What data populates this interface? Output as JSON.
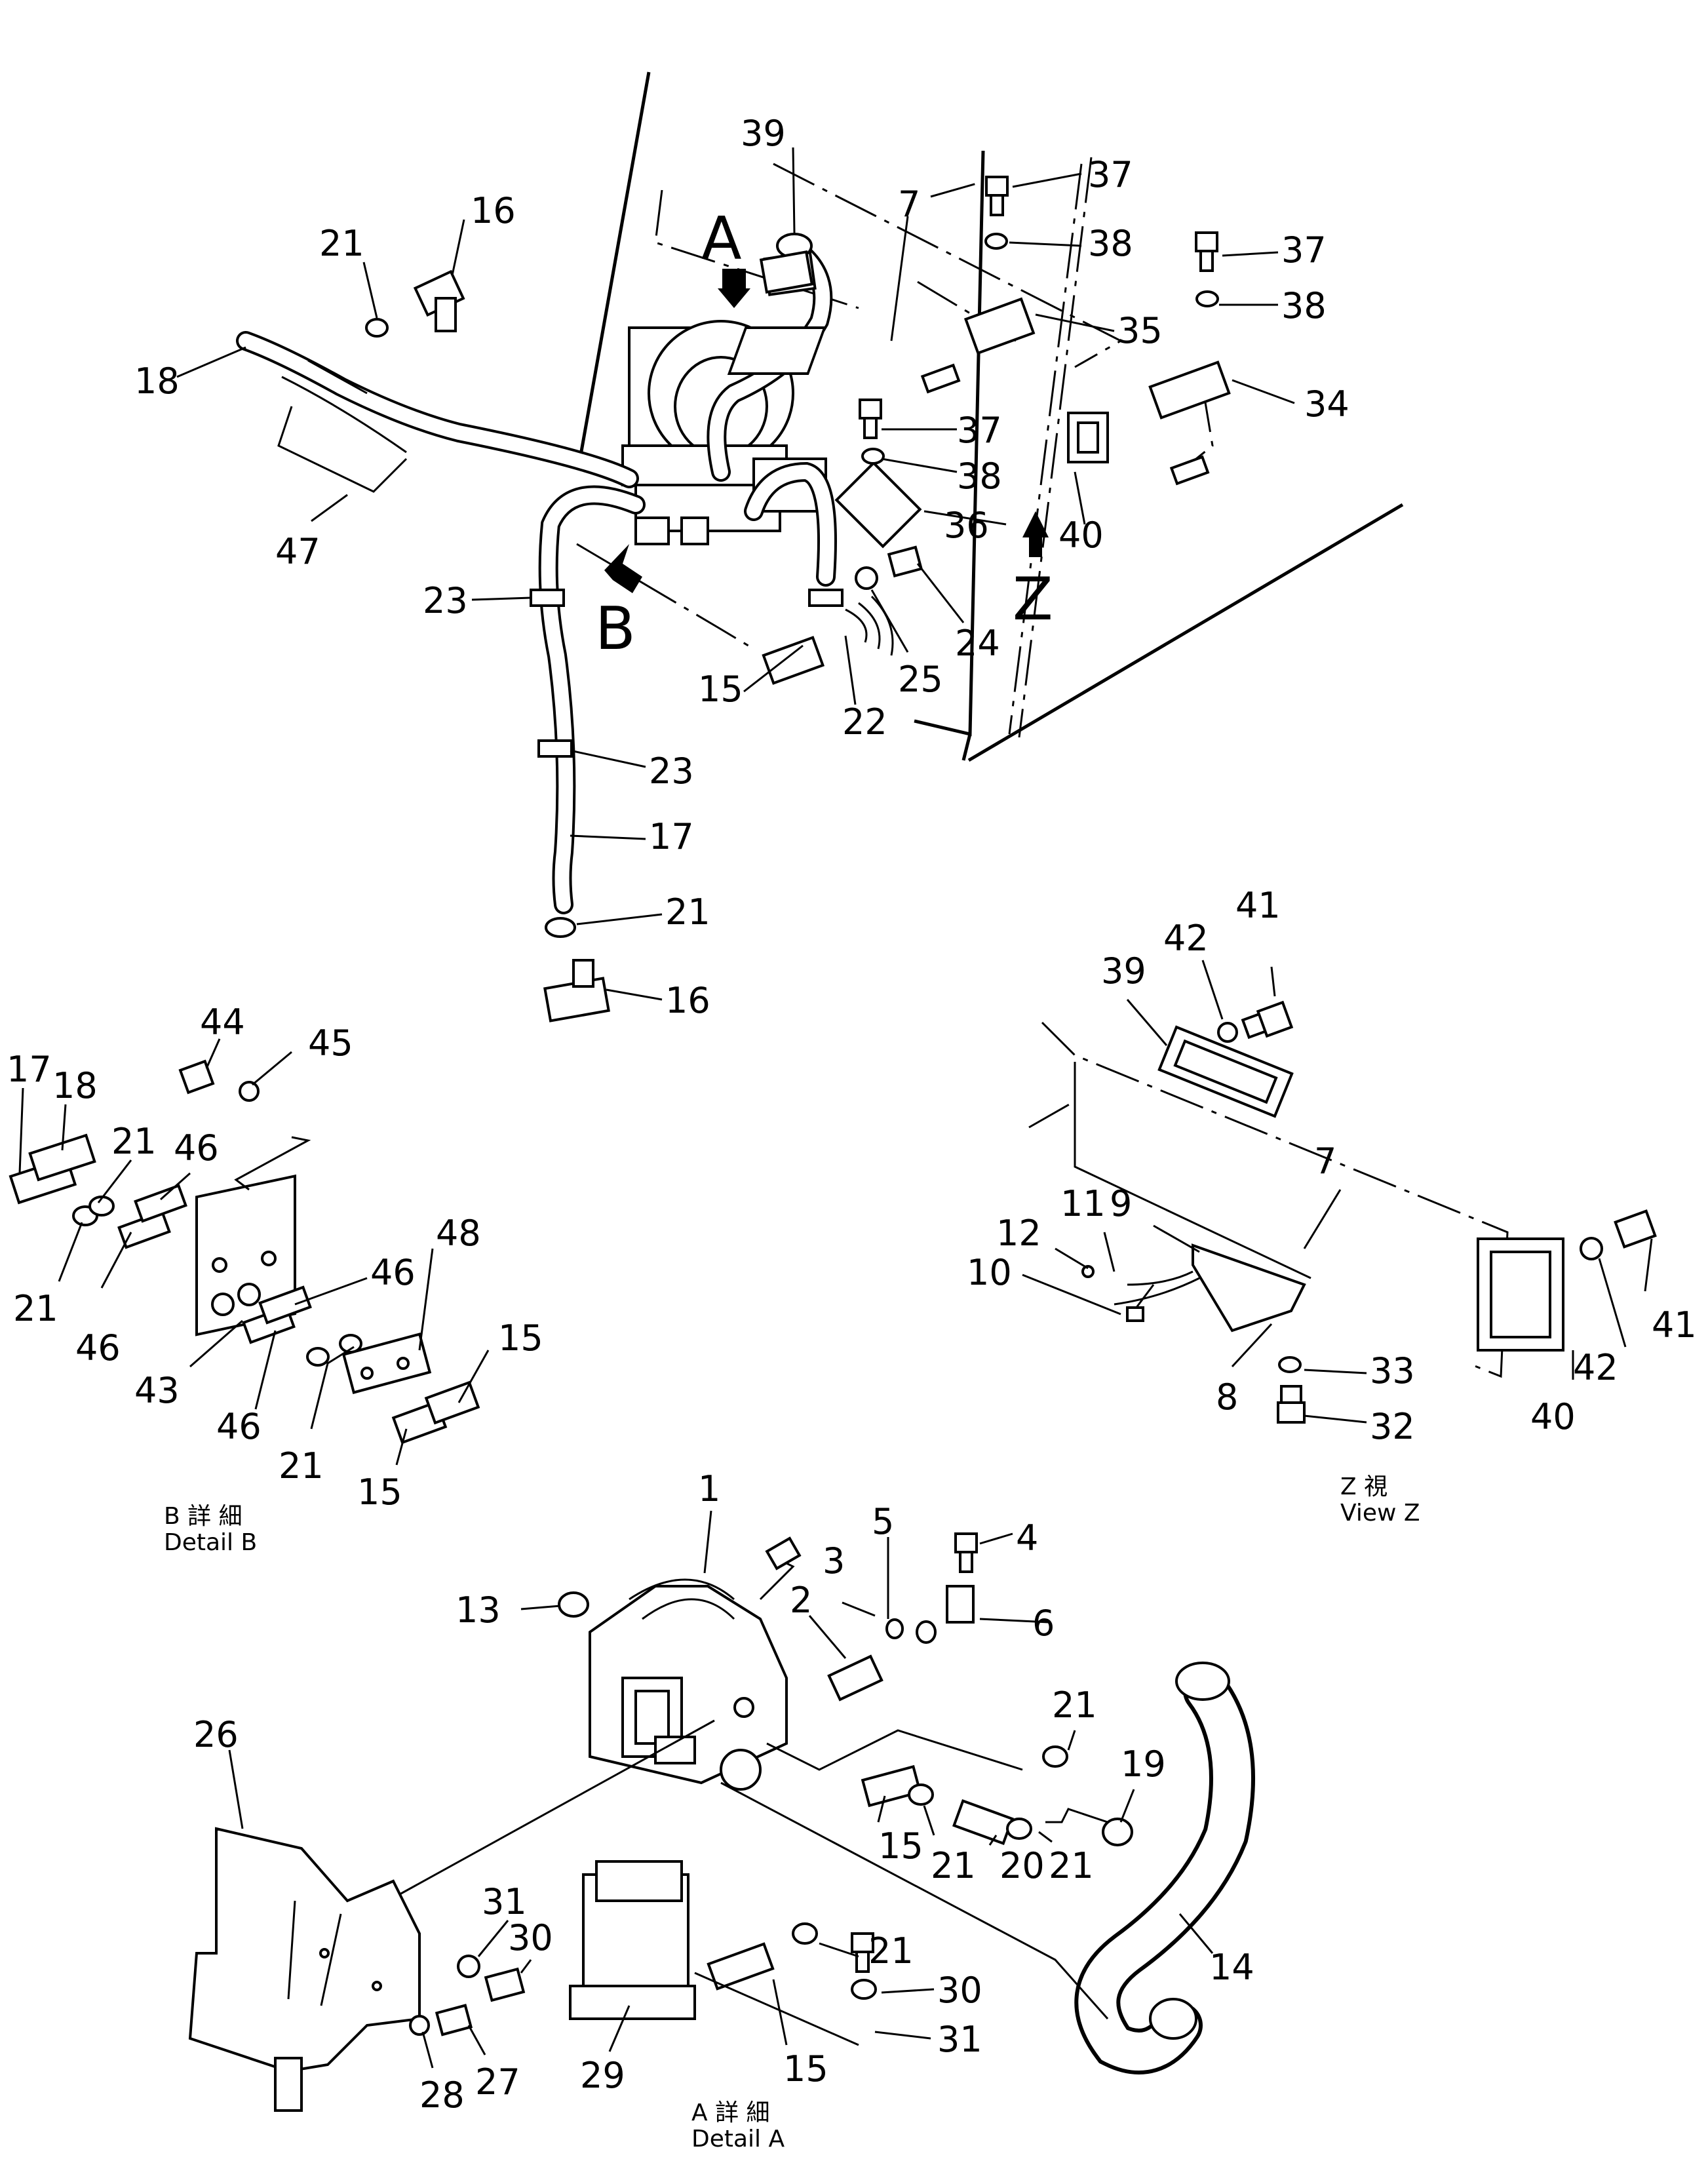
{
  "view_letters": {
    "A": "A",
    "B": "B",
    "Z": "Z"
  },
  "captions": {
    "detail_b_jp": "B 詳 細",
    "detail_b_en": "Detail B",
    "view_z_jp": "Z 視",
    "view_z_en": "View Z",
    "detail_a_jp": "A 詳 細",
    "detail_a_en": "Detail A"
  },
  "main_view_callouts": [
    "39",
    "7",
    "37",
    "38",
    "37",
    "38",
    "35",
    "34",
    "16",
    "21",
    "18",
    "47",
    "37",
    "38",
    "36",
    "40",
    "24",
    "25",
    "23",
    "15",
    "22",
    "23",
    "17",
    "21",
    "16"
  ],
  "detail_b_callouts": [
    "44",
    "45",
    "17",
    "18",
    "21",
    "46",
    "21",
    "46",
    "43",
    "46",
    "46",
    "48",
    "15",
    "21",
    "15"
  ],
  "view_z_callouts": [
    "41",
    "42",
    "39",
    "11",
    "9",
    "7",
    "12",
    "10",
    "42",
    "41",
    "40",
    "33",
    "8",
    "32"
  ],
  "detail_a_callouts": [
    "1",
    "5",
    "4",
    "3",
    "2",
    "6",
    "13",
    "26",
    "21",
    "19",
    "15",
    "21",
    "20",
    "21",
    "31",
    "30",
    "21",
    "15",
    "14",
    "30",
    "31",
    "28",
    "27",
    "29"
  ]
}
